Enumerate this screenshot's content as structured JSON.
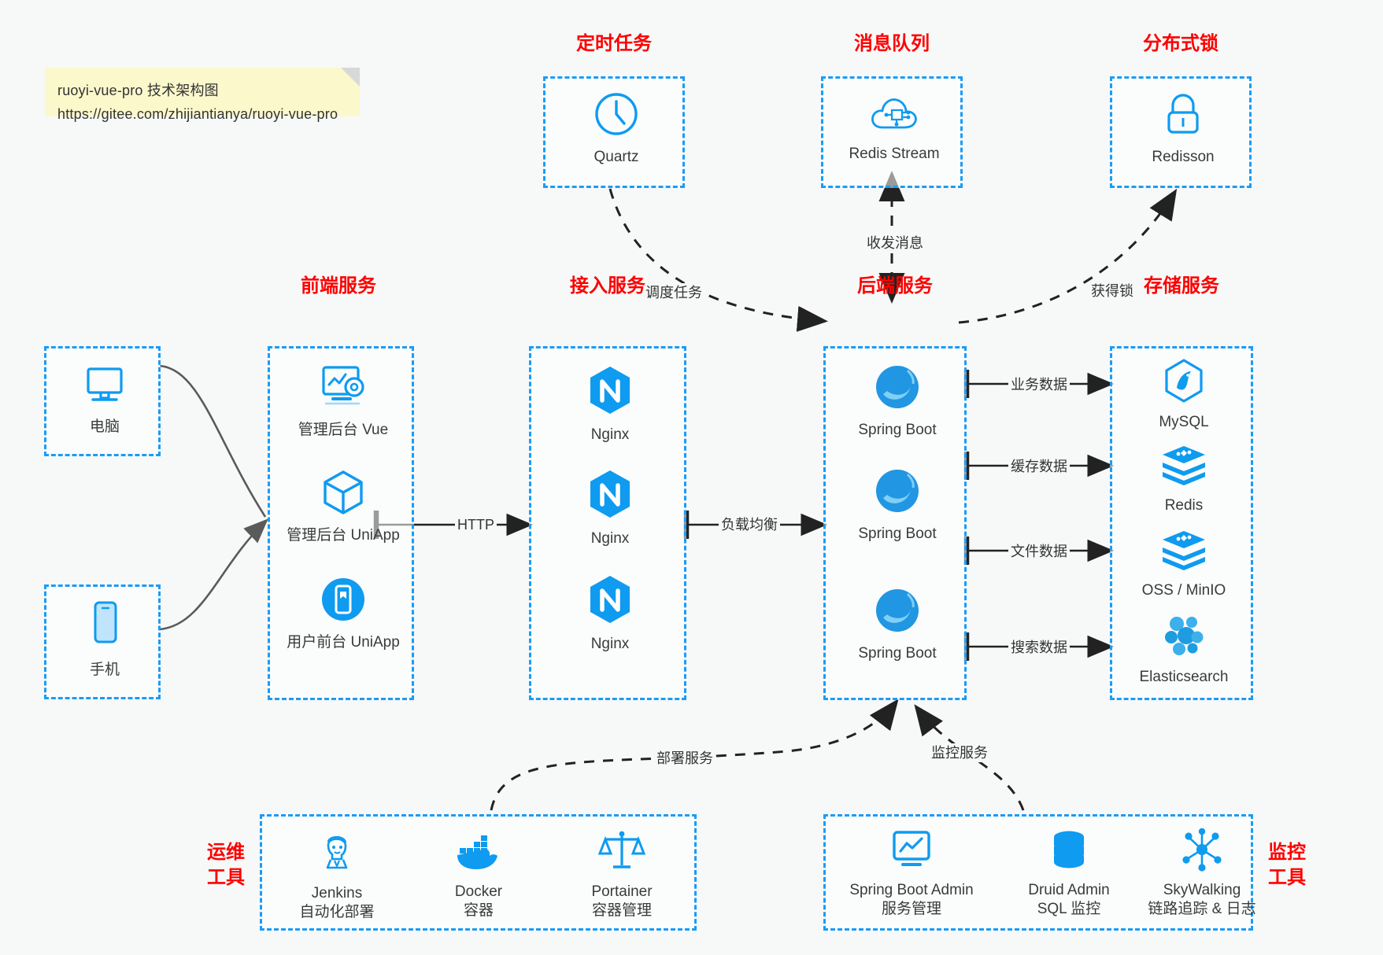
{
  "note": {
    "line1": "ruoyi-vue-pro 技术架构图",
    "line2": "https://gitee.com/zhijiantianya/ruoyi-vue-pro"
  },
  "colors": {
    "accent_blue": "#1b9cf5",
    "icon_blue": "#0e9bf0",
    "title_red": "#ff0000",
    "edge_gray": "#5a5a5a",
    "background": "#f7f8f8",
    "note_yellow": "#fbf8cc"
  },
  "groups": {
    "scheduler": {
      "title": "定时任务",
      "items": [
        {
          "label": "Quartz",
          "icon": "clock-icon"
        }
      ]
    },
    "message_queue": {
      "title": "消息队列",
      "items": [
        {
          "label": "Redis Stream",
          "icon": "cloud-stream-icon"
        }
      ]
    },
    "distributed_lock": {
      "title": "分布式锁",
      "items": [
        {
          "label": "Redisson",
          "icon": "lock-icon"
        }
      ]
    },
    "clients": {
      "items": [
        {
          "label": "电脑",
          "icon": "desktop-icon"
        },
        {
          "label": "手机",
          "icon": "mobile-icon"
        }
      ]
    },
    "frontend": {
      "title": "前端服务",
      "items": [
        {
          "label": "管理后台 Vue",
          "icon": "dashboard-gear-icon"
        },
        {
          "label": "管理后台 UniApp",
          "icon": "cube-icon"
        },
        {
          "label": "用户前台 UniApp",
          "icon": "app-phone-icon"
        }
      ]
    },
    "gateway": {
      "title": "接入服务",
      "items": [
        {
          "label": "Nginx",
          "icon": "nginx-icon"
        },
        {
          "label": "Nginx",
          "icon": "nginx-icon"
        },
        {
          "label": "Nginx",
          "icon": "nginx-icon"
        }
      ]
    },
    "backend": {
      "title": "后端服务",
      "items": [
        {
          "label": "Spring Boot",
          "icon": "spring-boot-icon"
        },
        {
          "label": "Spring Boot",
          "icon": "spring-boot-icon"
        },
        {
          "label": "Spring Boot",
          "icon": "spring-boot-icon"
        }
      ]
    },
    "storage": {
      "title": "存储服务",
      "items": [
        {
          "label": "MySQL",
          "icon": "mysql-icon"
        },
        {
          "label": "Redis",
          "icon": "redis-icon"
        },
        {
          "label": "OSS / MinIO",
          "icon": "oss-icon"
        },
        {
          "label": "Elasticsearch",
          "icon": "elasticsearch-icon"
        }
      ]
    },
    "devops": {
      "title_line1": "运维",
      "title_line2": "工具",
      "items": [
        {
          "label": "Jenkins",
          "sub": "自动化部署",
          "icon": "jenkins-icon"
        },
        {
          "label": "Docker",
          "sub": "容器",
          "icon": "docker-icon"
        },
        {
          "label": "Portainer",
          "sub": "容器管理",
          "icon": "portainer-icon"
        }
      ]
    },
    "monitor": {
      "title_line1": "监控",
      "title_line2": "工具",
      "items": [
        {
          "label": "Spring Boot Admin",
          "sub": "服务管理",
          "icon": "monitor-chart-icon"
        },
        {
          "label": "Druid Admin",
          "sub": "SQL 监控",
          "icon": "database-icon"
        },
        {
          "label": "SkyWalking",
          "sub": "链路追踪 & 日志",
          "icon": "skywalking-icon"
        }
      ]
    }
  },
  "edges": [
    {
      "id": "http",
      "label": "HTTP"
    },
    {
      "id": "load-balance",
      "label": "负载均衡"
    },
    {
      "id": "schedule-task",
      "label": "调度任务"
    },
    {
      "id": "send-receive-message",
      "label": "收发消息"
    },
    {
      "id": "acquire-lock",
      "label": "获得锁"
    },
    {
      "id": "business-data",
      "label": "业务数据"
    },
    {
      "id": "cache-data",
      "label": "缓存数据"
    },
    {
      "id": "file-data",
      "label": "文件数据"
    },
    {
      "id": "search-data",
      "label": "搜索数据"
    },
    {
      "id": "deploy-service",
      "label": "部署服务"
    },
    {
      "id": "monitor-service",
      "label": "监控服务"
    }
  ]
}
